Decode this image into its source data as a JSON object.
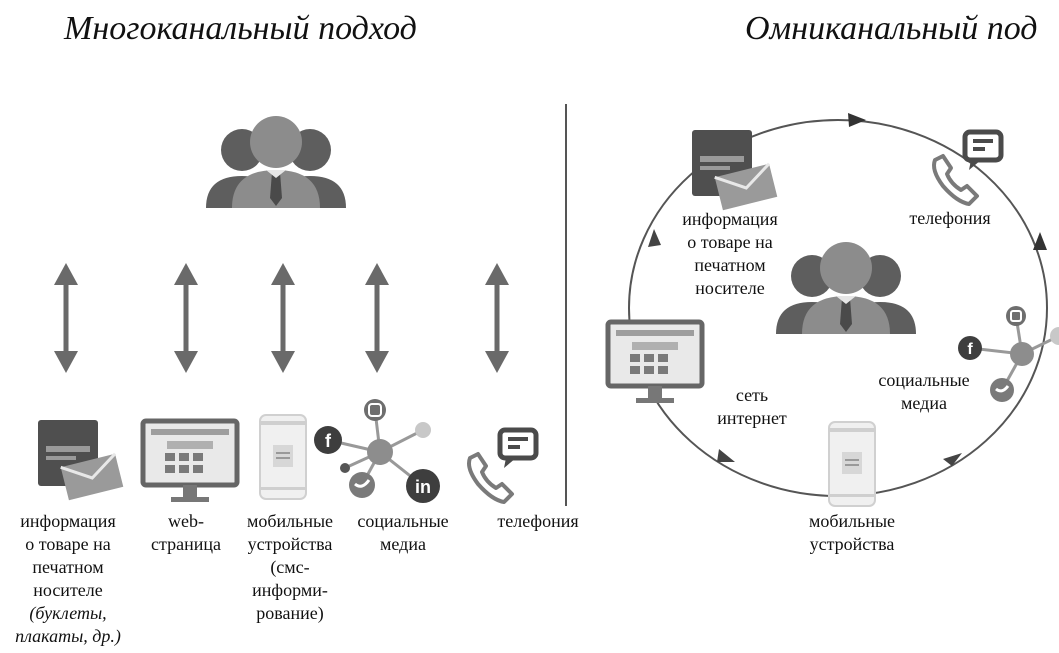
{
  "titles": {
    "left": "Многоканальный подход",
    "right": "Омниканальный под"
  },
  "left": {
    "channels": [
      {
        "id": "print",
        "lines": [
          "информация",
          "о товаре на",
          "печатном",
          "носителе"
        ],
        "note_lines": [
          "(буклеты,",
          "плакаты, др.)"
        ]
      },
      {
        "id": "web",
        "lines": [
          "web-",
          "страница"
        ]
      },
      {
        "id": "mobile",
        "lines": [
          "мобильные",
          "устройства",
          "(смс-",
          "информи-",
          "рование)"
        ]
      },
      {
        "id": "social",
        "lines": [
          "социальные",
          "медиа"
        ]
      },
      {
        "id": "phone",
        "lines": [
          "телефония"
        ]
      }
    ]
  },
  "right": {
    "print": [
      "информация",
      "о товаре на",
      "печатном",
      "носителе"
    ],
    "phone": [
      "телефония"
    ],
    "web": [
      "сеть",
      "интернет"
    ],
    "social": [
      "социальные",
      "медиа"
    ],
    "mobile": [
      "мобильные",
      "устройства"
    ]
  }
}
